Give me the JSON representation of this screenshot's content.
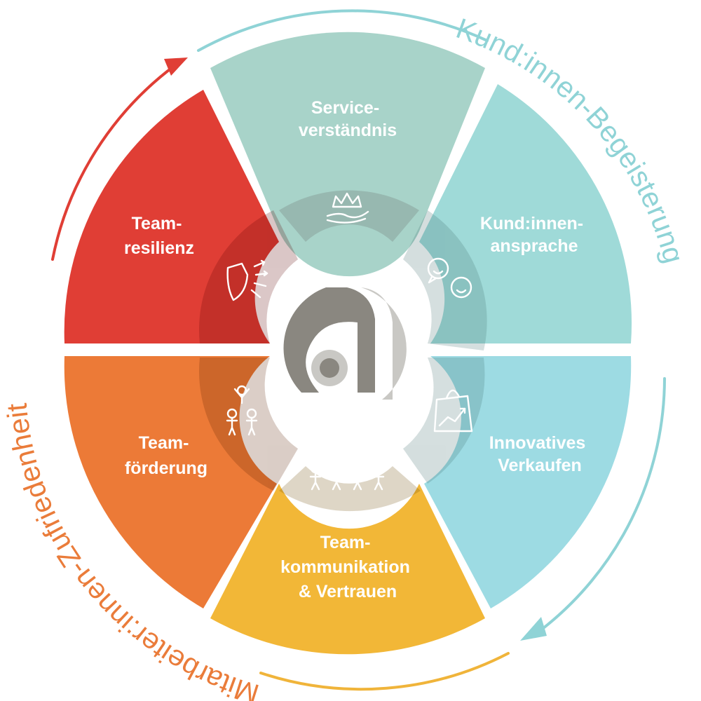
{
  "colors": {
    "service": "#a8d3c9",
    "kund": "#9fdad8",
    "innovativ": "#9ddbe3",
    "kommunikation": "#f2b737",
    "foerderung": "#ec7a37",
    "resilienz": "#e03e35",
    "ring_kunden": "#8fd3d6",
    "ring_mitarbeiter_orange": "#ea7c3a",
    "ring_mitarbeiter_red": "#e03e35",
    "ring_mitarbeiter_yellow": "#f0b43a",
    "logo_dark": "#8a8780",
    "logo_light": "#c9c8c4"
  },
  "segments": {
    "service": {
      "line1": "Service-",
      "line2": "verständnis",
      "icon": "crown-hand-icon"
    },
    "kund": {
      "line1": "Kund:innen-",
      "line2": "ansprache",
      "icon": "speech-smiley-icon"
    },
    "innovativ": {
      "line1": "Innovatives",
      "line2": "Verkaufen",
      "icon": "shopping-bag-growth-icon"
    },
    "kommunikation": {
      "line1": "Team-",
      "line2": "kommunikation",
      "line3": "& Vertrauen",
      "icon": "team-row-icon"
    },
    "foerderung": {
      "line1": "Team-",
      "line2": "förderung",
      "icon": "people-pyramid-icon"
    },
    "resilienz": {
      "line1": "Team-",
      "line2": "resilienz",
      "icon": "shield-arrows-icon"
    }
  },
  "ring": {
    "kunden": "Kund:innen-Begeisterung",
    "mitarbeiter": "Mitarbeiter:innen-Zufriedenheit"
  },
  "center": {
    "icon": "a-logo-icon"
  }
}
